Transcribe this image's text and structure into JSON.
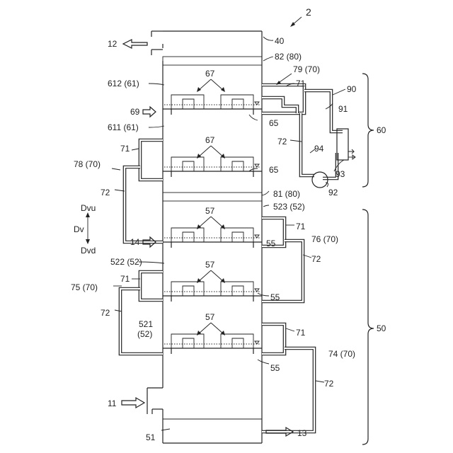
{
  "figure_number": "2",
  "labels": {
    "l40": "40",
    "l12": "12",
    "l82": "82 (80)",
    "l79": "79 (70)",
    "l71a": "71",
    "l90": "90",
    "l612": "612 (61)",
    "l67a": "67",
    "l91": "91",
    "l69": "69",
    "l65a": "65",
    "l611": "611 (61)",
    "l60": "60",
    "l72a": "72",
    "l94": "94",
    "l71b": "71",
    "l67b": "67",
    "l78": "78 (70)",
    "l65b": "65",
    "l93": "93",
    "l72b": "72",
    "l92": "92",
    "l81": "81 (80)",
    "l523": "523 (52)",
    "dvu": "Dvu",
    "l57a": "57",
    "dv": "Dv",
    "l71c": "71",
    "dvd": "Dvd",
    "l14": "14",
    "l55a": "55",
    "l76": "76 (70)",
    "l522": "522 (52)",
    "l72c": "72",
    "l57b": "57",
    "l75": "75 (70)",
    "l71d": "71",
    "l55b": "55",
    "l72d": "72",
    "l57c": "57",
    "l521a": "521",
    "l521b": "(52)",
    "l71e": "71",
    "l50": "50",
    "l74": "74 (70)",
    "l55c": "55",
    "l72e": "72",
    "l11": "11",
    "l51": "51",
    "l13": "13"
  }
}
